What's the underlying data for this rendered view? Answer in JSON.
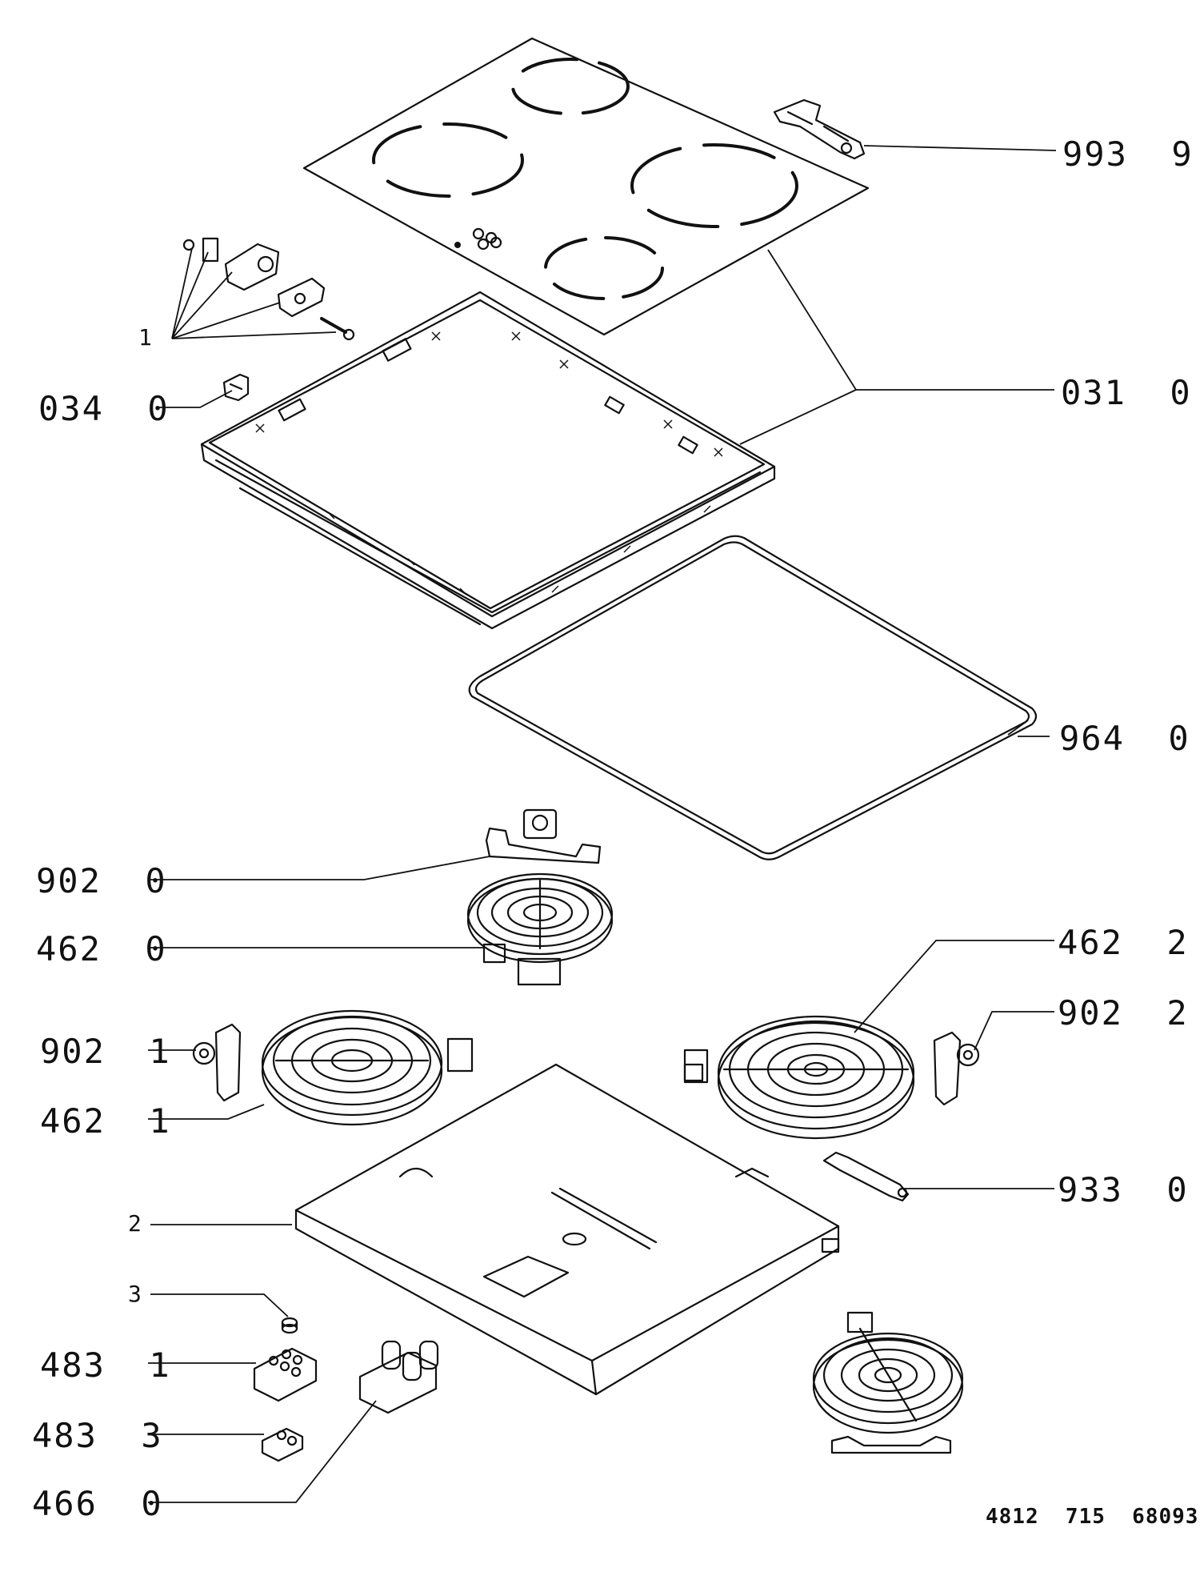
{
  "labels": {
    "l993_9": "993  9",
    "l031_0": "031  0",
    "l034_0": "034  0",
    "l1": "1",
    "l964_0": "964  0",
    "l902_0": "902  0",
    "l462_0": "462  0",
    "l462_2": "462  2",
    "l902_2": "902  2",
    "l902_1": "902  1",
    "l462_1": "462  1",
    "l933_0": "933  0",
    "l2": "2",
    "l3": "3",
    "l483_1": "483  1",
    "l483_3": "483  3",
    "l466_0": "466  0"
  },
  "document_number": "4812  715  68093"
}
